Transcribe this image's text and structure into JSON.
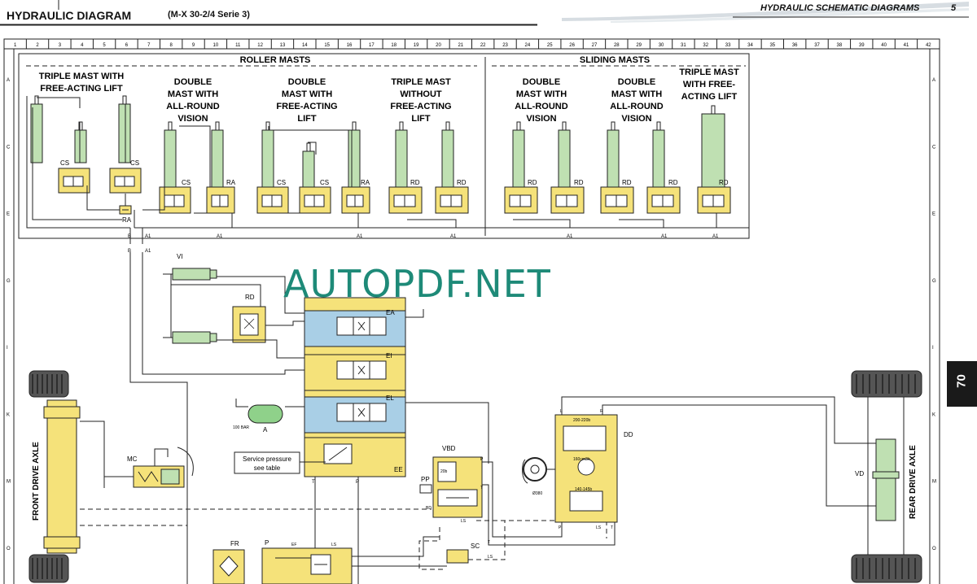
{
  "header": {
    "title": "HYDRAULIC DIAGRAM",
    "model": "(M-X 30-2/4 Serie 3)",
    "section_title": "HYDRAULIC SCHEMATIC DIAGRAMS",
    "page_number": "5",
    "chapter_tab": "70"
  },
  "grid": {
    "columns": [
      "1",
      "2",
      "3",
      "4",
      "5",
      "6",
      "7",
      "8",
      "9",
      "10",
      "11",
      "12",
      "13",
      "14",
      "15",
      "16",
      "17",
      "18",
      "19",
      "20",
      "21",
      "22",
      "23",
      "24",
      "25",
      "26",
      "27",
      "28",
      "29",
      "30",
      "31",
      "32",
      "33",
      "34",
      "35",
      "36",
      "37",
      "38",
      "39",
      "40",
      "41",
      "42"
    ],
    "rows": [
      "A",
      "C",
      "E",
      "G",
      "I",
      "K",
      "M",
      "O"
    ]
  },
  "groups": {
    "roller": "ROLLER MASTS",
    "sliding": "SLIDING MASTS"
  },
  "mast_titles": {
    "m1": [
      "TRIPLE MAST WITH",
      "FREE-ACTING LIFT"
    ],
    "m2": [
      "DOUBLE",
      "MAST WITH",
      "ALL-ROUND",
      "VISION"
    ],
    "m3": [
      "DOUBLE",
      "MAST WITH",
      "FREE-ACTING",
      "LIFT"
    ],
    "m4": [
      "TRIPLE MAST",
      "WITHOUT",
      "FREE-ACTING",
      "LIFT"
    ],
    "m5": [
      "DOUBLE",
      "MAST WITH",
      "ALL-ROUND",
      "VISION"
    ],
    "m6": [
      "DOUBLE",
      "MAST WITH",
      "ALL-ROUND",
      "VISION"
    ],
    "m7": [
      "TRIPLE MAST",
      "WITH FREE-",
      "ACTING LIFT"
    ]
  },
  "labels": {
    "cs": "CS",
    "ra": "RA",
    "rd": "RD",
    "b": "B",
    "a1": "A1",
    "vi": "VI",
    "ea": "EA",
    "ei": "EI",
    "el": "EL",
    "ee": "EE",
    "a": "A",
    "bar100": "100 BAR",
    "mc": "MC",
    "vbd": "VBD",
    "pp": "PP",
    "dd": "DD",
    "vd": "VD",
    "fr": "FR",
    "p": "P",
    "sc": "SC",
    "t": "T",
    "ls": "LS",
    "bd": "BD",
    "ef": "EF",
    "l": "L",
    "r": "R",
    "d80": "Ø380",
    "p1": "200-220b",
    "p2": "160cm3/r",
    "p3": "140-145b",
    "p4": "20b",
    "front_axle": "FRONT DRIVE AXLE",
    "rear_axle": "REAR DRIVE AXLE"
  },
  "service_pressure": [
    "Service pressure",
    "see table"
  ],
  "watermark": "AUTOPDF.NET",
  "colors": {
    "valve_yellow": "#f5e27a",
    "valve_blue": "#a9cfe6",
    "cylinder_green": "#bfe0b2",
    "accumulator_green": "#8fd18a",
    "line": "#222222",
    "watermark": "#1e8a78"
  }
}
